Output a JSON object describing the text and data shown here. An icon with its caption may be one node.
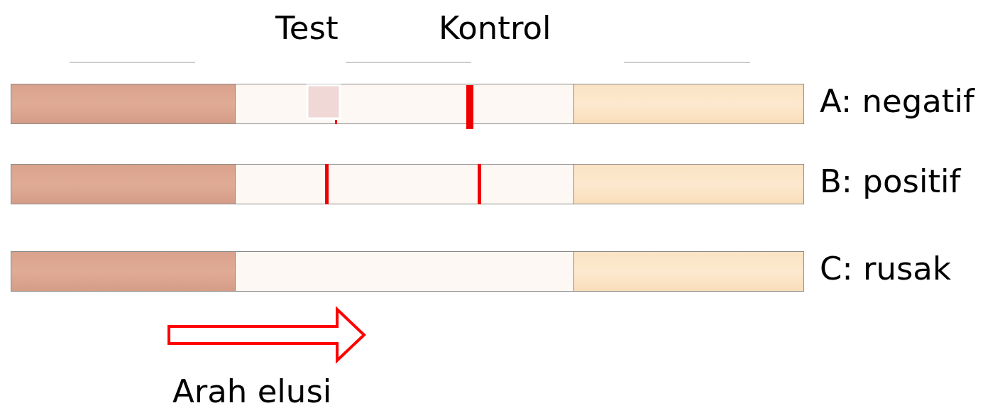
{
  "diagram": {
    "nodes": [
      {
        "text": [],
        "shape": "bar",
        "beside": [
          "A: negatif"
        ]
      },
      {
        "text": [],
        "shape": "bar",
        "beside": [
          "B: positif"
        ]
      },
      {
        "text": [],
        "shape": "bar",
        "beside": [
          "C: rusak"
        ]
      }
    ],
    "labels": [
      "Test",
      "Kontrol",
      "Arah elusi"
    ]
  }
}
